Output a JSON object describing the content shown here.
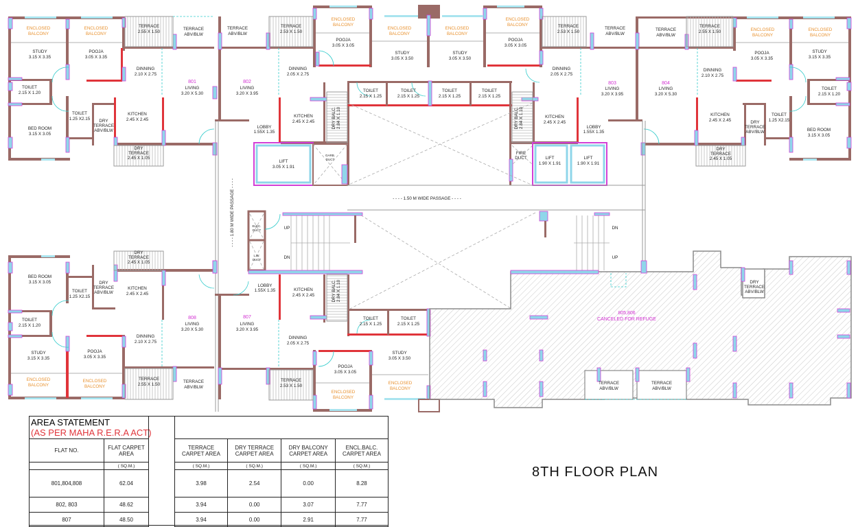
{
  "title": "8TH FLOOR PLAN",
  "flats": {
    "801": {
      "number": "801",
      "rooms": [
        {
          "name": "ENCLOSED BALCONY",
          "size": ""
        },
        {
          "name": "ENCLOSED BALCONY",
          "size": ""
        },
        {
          "name": "STUDY",
          "size": "3.15 X 3.35"
        },
        {
          "name": "POOJA",
          "size": "3.05 X 3.35"
        },
        {
          "name": "TERRACE",
          "size": "2.55 X 1.50"
        },
        {
          "name": "TERRACE",
          "size": "ABV/BLW"
        },
        {
          "name": "DINNING",
          "size": "2.10 X 2.75"
        },
        {
          "name": "LIVING",
          "size": "3.20 X 5.30"
        },
        {
          "name": "TOILET",
          "size": "2.15 X 1.20"
        },
        {
          "name": "TOILET",
          "size": "1.25 X2.15"
        },
        {
          "name": "DRY TERRACE",
          "size": "ABV/BLW"
        },
        {
          "name": "KITCHEN",
          "size": "2.45 X 2.45"
        },
        {
          "name": "BED ROOM",
          "size": "3.15 X 3.05"
        },
        {
          "name": "DRY TERRACE",
          "size": "2.45 X 1.05"
        }
      ]
    },
    "802": {
      "number": "802",
      "rooms": [
        {
          "name": "TERRACE",
          "size": "ABV/BLW"
        },
        {
          "name": "TERRACE",
          "size": "2.53 X 1.50"
        },
        {
          "name": "ENCLOSED BALCONY",
          "size": ""
        },
        {
          "name": "POOJA",
          "size": "3.05 X 3.05"
        },
        {
          "name": "DINNING",
          "size": "2.05 X 2.75"
        },
        {
          "name": "LIVING",
          "size": "3.20 X 3.95"
        },
        {
          "name": "KITCHEN",
          "size": "2.45 X 2.45"
        },
        {
          "name": "DRY BALC.",
          "size": "2.84 X 1.10"
        },
        {
          "name": "LOBBY",
          "size": "1.55X 1.35"
        },
        {
          "name": "TOILET",
          "size": "2.15 X 1.25"
        },
        {
          "name": "TOILET",
          "size": "2.15 X 1.25"
        },
        {
          "name": "ENCLOSED BALCONY",
          "size": ""
        },
        {
          "name": "STUDY",
          "size": "3.05 X 3.50"
        }
      ]
    },
    "803": {
      "number": "803",
      "rooms": [
        {
          "name": "ENCLOSED BALCONY",
          "size": ""
        },
        {
          "name": "STUDY",
          "size": "3.05 X 3.50"
        },
        {
          "name": "ENCLOSED BALCONY",
          "size": ""
        },
        {
          "name": "POOJA",
          "size": "3.05 X 3.05"
        },
        {
          "name": "TERRACE",
          "size": "2.53 X 1.50"
        },
        {
          "name": "TERRACE",
          "size": "ABV/BLW"
        },
        {
          "name": "DINNING",
          "size": "2.05 X 2.75"
        },
        {
          "name": "LIVING",
          "size": "3.20 X 3.95"
        },
        {
          "name": "TOILET",
          "size": "2.15 X 1.25"
        },
        {
          "name": "TOILET",
          "size": "2.15 X 1.25"
        },
        {
          "name": "DRY BALC.",
          "size": "2.84 X 1.10"
        },
        {
          "name": "KITCHEN",
          "size": "2.45 X 2.45"
        },
        {
          "name": "LOBBY",
          "size": "1.55X 1.35"
        }
      ]
    },
    "804": {
      "number": "804",
      "rooms": [
        {
          "name": "TERRACE",
          "size": "ABV/BLW"
        },
        {
          "name": "TERRACE",
          "size": "2.55 X 1.50"
        },
        {
          "name": "ENCLOSED BALCONY",
          "size": ""
        },
        {
          "name": "ENCLOSED BALCONY",
          "size": ""
        },
        {
          "name": "POOJA",
          "size": "3.05 X 3.35"
        },
        {
          "name": "STUDY",
          "size": "3.15 X 3.35"
        },
        {
          "name": "DINNING",
          "size": "2.10 X 2.75"
        },
        {
          "name": "LIVING",
          "size": "3.20 X 5.30"
        },
        {
          "name": "TOILET",
          "size": "2.15 X 1.20"
        },
        {
          "name": "KITCHEN",
          "size": "2.45 X 2.45"
        },
        {
          "name": "DRY TERRACE",
          "size": "ABV/BLW"
        },
        {
          "name": "TOILET",
          "size": "1.25 X2.15"
        },
        {
          "name": "BED ROOM",
          "size": "3.15 X 3.05"
        },
        {
          "name": "DRY TERRACE",
          "size": "2.45 X 1.05"
        }
      ]
    },
    "808": {
      "number": "808",
      "rooms": [
        {
          "name": "BED ROOM",
          "size": "3.15 X 3.05"
        },
        {
          "name": "DRY TERRACE",
          "size": "2.45 X 1.05"
        },
        {
          "name": "TOILET",
          "size": "1.25 X2.15"
        },
        {
          "name": "DRY TERRACE",
          "size": "ABV/BLW"
        },
        {
          "name": "KITCHEN",
          "size": "2.45 X 2.45"
        },
        {
          "name": "TOILET",
          "size": "2.15 X 1.20"
        },
        {
          "name": "LIVING",
          "size": "3.20 X 5.30"
        },
        {
          "name": "DINNING",
          "size": "2.10 X 2.75"
        },
        {
          "name": "STUDY",
          "size": "3.15 X 3.35"
        },
        {
          "name": "POOJA",
          "size": "3.05 X 3.35"
        },
        {
          "name": "ENCLOSED BALCONY",
          "size": ""
        },
        {
          "name": "ENCLOSED BALCONY",
          "size": ""
        },
        {
          "name": "TERRACE",
          "size": "2.55 X 1.50"
        },
        {
          "name": "TERRACE",
          "size": "ABV/BLW"
        }
      ]
    },
    "807": {
      "number": "807",
      "rooms": [
        {
          "name": "LOBBY",
          "size": "1.55X 1.35"
        },
        {
          "name": "KITCHEN",
          "size": "2.45 X 2.45"
        },
        {
          "name": "DRY BALC.",
          "size": "2.84 X 1.10"
        },
        {
          "name": "LIVING",
          "size": "3.20 X 3.95"
        },
        {
          "name": "DINNING",
          "size": "2.05 X 2.75"
        },
        {
          "name": "TOILET",
          "size": "2.15 X 1.25"
        },
        {
          "name": "TOILET",
          "size": "2.15 X 1.25"
        },
        {
          "name": "STUDY",
          "size": "3.05 X 3.50"
        },
        {
          "name": "POOJA",
          "size": "3.05 X 3.05"
        },
        {
          "name": "TERRACE",
          "size": "2.53 X 1.50"
        },
        {
          "name": "ENCLOSED BALCONY",
          "size": ""
        },
        {
          "name": "ENCLOSED BALCONY",
          "size": ""
        }
      ]
    }
  },
  "core": {
    "lift_left": {
      "name": "LIFT",
      "size": "3.05 X 1.91"
    },
    "lift_right_1": {
      "name": "LIFT",
      "size": "1.90 X 1.91"
    },
    "lift_right_2": {
      "name": "LIFT",
      "size": "1.90 X 1.91"
    },
    "garb_duct": "GARB. DUCT",
    "fire_duct": "FIRE DUCT",
    "elec_duct": "ELEC. DUCT",
    "lw_duct": "L.W. DUCT",
    "stair_left_up": "UP",
    "stair_left_dn": "DN",
    "stair_right_dn": "DN",
    "stair_right_up": "UP",
    "passage_vertical": "- - - - 1.80 M WIDE PASSAGE - - - -",
    "passage_horizontal": "- - - - 1.50 M WIDE PASSAGE - - - -"
  },
  "refuge": {
    "flats": "805,806",
    "note": "CANCELED FOR REFUGE",
    "dry_terrace": {
      "name": "DRY TERRACE",
      "size": "ABV/BLW"
    },
    "terrace_1": {
      "name": "TERRACE",
      "size": "ABV/BLW"
    },
    "terrace_2": {
      "name": "TERRACE",
      "size": "ABV/BLW"
    }
  },
  "area_statement": {
    "title": "AREA STATEMENT",
    "subtitle": "(AS PER MAHA R.E.R.A ACT)",
    "columns": [
      {
        "label1": "FLAT NO.",
        "label2": "",
        "unit": ""
      },
      {
        "label1": "FLAT CARPET",
        "label2": "AREA",
        "unit": "( SQ.M.)"
      },
      {
        "label1": "TERRACE",
        "label2": "CARPET AREA",
        "unit": "( SQ.M.)"
      },
      {
        "label1": "DRY TERRACE",
        "label2": "CARPET AREA",
        "unit": "( SQ.M.)"
      },
      {
        "label1": "DRY BALCONY",
        "label2": "CARPET AREA",
        "unit": "( SQ.M.)"
      },
      {
        "label1": "ENCL.BALC.",
        "label2": "CARPET AREA",
        "unit": "( SQ.M.)"
      }
    ],
    "rows": [
      {
        "flat": "801,804,808",
        "flat_carpet": "62.04",
        "terrace": "3.98",
        "dry_terrace": "2.54",
        "dry_balcony": "0.00",
        "encl_balc": "8.28"
      },
      {
        "flat": "802, 803",
        "flat_carpet": "48.62",
        "terrace": "3.94",
        "dry_terrace": "0.00",
        "dry_balcony": "3.07",
        "encl_balc": "7.77"
      },
      {
        "flat": "807",
        "flat_carpet": "48.50",
        "terrace": "3.94",
        "dry_terrace": "0.00",
        "dry_balcony": "2.91",
        "encl_balc": "7.77"
      }
    ]
  },
  "colors": {
    "wall": "#9a6a66",
    "wall_red": "#e0343a",
    "window": "#8fd6ea",
    "window_outline": "#d23fd6",
    "enclosed_balcony_label": "#e8902c",
    "flat_number": "#d12fd1",
    "subtitle_red": "#e0343a"
  }
}
